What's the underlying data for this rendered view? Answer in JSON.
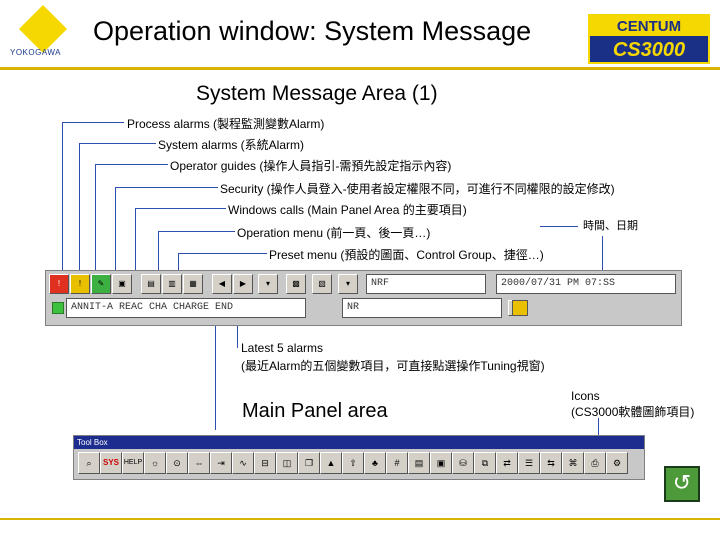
{
  "header": {
    "logo_text": "YOKOGAWA",
    "title": "Operation window: System Message",
    "brand_top": "CENTUM",
    "brand_bottom": "CS3000"
  },
  "section_title": "System Message Area (1)",
  "labels": {
    "process_alarms": "Process alarms (製程監測變數Alarm)",
    "system_alarms": "System alarms (系統Alarm)",
    "operator_guides": "Operator guides (操作人員指引-需預先設定指示內容)",
    "security": "Security (操作人員登入-使用者設定權限不同，可進行不同權限的設定修改)",
    "windows_calls": "Windows calls (Main Panel Area 的主要項目)",
    "operation_menu": "Operation menu (前一頁、後一頁…)",
    "datetime": "時間、日期",
    "preset_menu": "Preset  menu (預設的圖面、Control Group、捷徑…)",
    "latest_alarms_1": "Latest 5 alarms",
    "latest_alarms_2": "(最近Alarm的五個變數項目，可直接點選操作Tuning視窗)",
    "main_panel": "Main Panel area",
    "icons_1": "Icons",
    "icons_2": "(CS3000軟體圖飾項目)"
  },
  "operation_window": {
    "datetime_field": "2000/07/31 PM 07:SS",
    "message_field": "ANNIT-A   REAC CHA CHARGE END",
    "nr_field": "NR",
    "nrf_field": "NRF"
  },
  "toolbox": {
    "title": "Tool Box",
    "sys_label": "SYS",
    "help_label": "HELP"
  },
  "colors": {
    "accent_rule": "#d8b400",
    "logo_yellow": "#f5d800",
    "callout_line": "#2d4fb0",
    "toolbox_title_bar": "#1d2d8f",
    "return_button": "#4d9a3a"
  }
}
